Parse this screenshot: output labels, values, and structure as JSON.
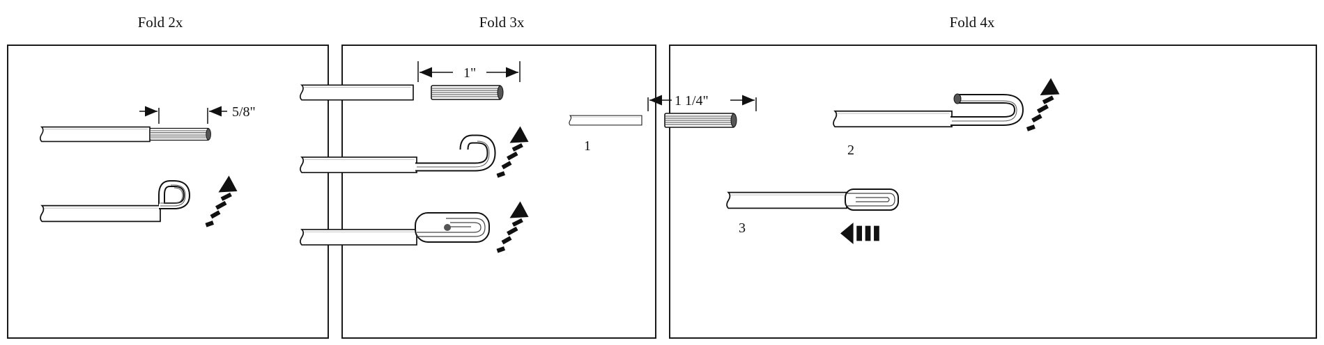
{
  "panels": {
    "fold2": {
      "title": "Fold 2x",
      "measure": "5/8\""
    },
    "fold3": {
      "title": "Fold 3x",
      "measure": "1\""
    },
    "fold4": {
      "title": "Fold 4x",
      "measure": "1 1/4\"",
      "steps": [
        "1",
        "2",
        "3"
      ]
    }
  }
}
